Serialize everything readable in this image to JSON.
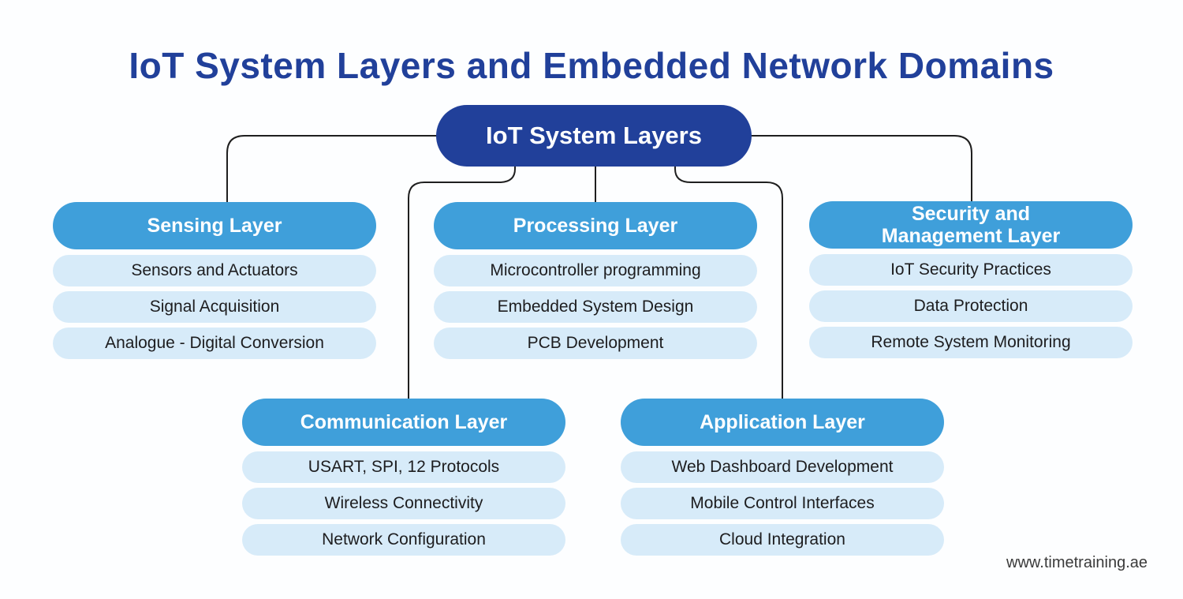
{
  "title": "IoT System Layers and Embedded Network Domains",
  "root_node": {
    "label": "IoT System Layers"
  },
  "groups": [
    {
      "id": "sensing",
      "label": "Sensing Layer",
      "items": [
        "Sensors and Actuators",
        "Signal Acquisition",
        "Analogue - Digital Conversion"
      ]
    },
    {
      "id": "processing",
      "label": "Processing Layer",
      "items": [
        "Microcontroller programming",
        "Embedded System Design",
        "PCB Development"
      ]
    },
    {
      "id": "security",
      "label": "Security and Management Layer",
      "items": [
        "IoT Security Practices",
        "Data Protection",
        "Remote System Monitoring"
      ]
    },
    {
      "id": "communication",
      "label": "Communication Layer",
      "items": [
        "USART, SPI, 12 Protocols",
        "Wireless Connectivity",
        "Network Configuration"
      ]
    },
    {
      "id": "application",
      "label": "Application Layer",
      "items": [
        "Web Dashboard Development",
        "Mobile Control Interfaces",
        "Cloud Integration"
      ]
    }
  ],
  "footer": {
    "website": "www.timetraining.ae"
  },
  "colors": {
    "background": "#fdfeff",
    "title_text": "#21409a",
    "root_node_fill": "#21409a",
    "root_node_text": "#ffffff",
    "group_header_fill": "#3f9fda",
    "group_header_text": "#ffffff",
    "item_fill": "#d7ebf9",
    "item_text": "#1d1d1f",
    "connector_line": "#1f1f1f"
  }
}
